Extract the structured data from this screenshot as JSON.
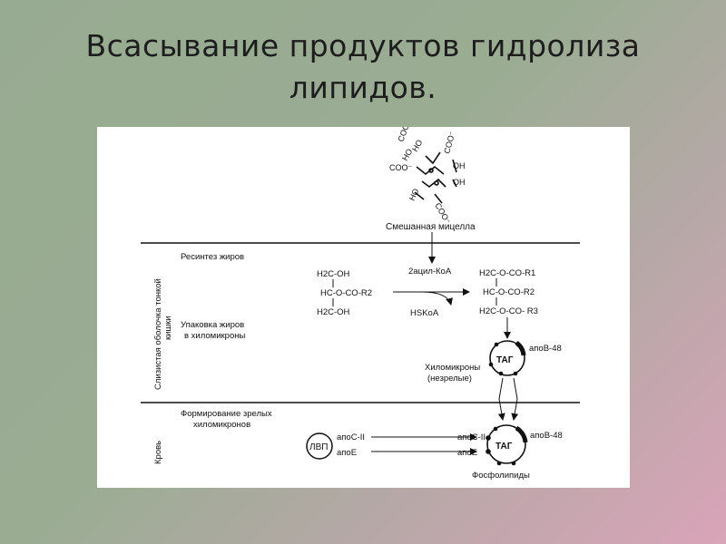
{
  "slide": {
    "title_line1": "Всасывание продуктов гидролиза",
    "title_line2": "липидов."
  },
  "diagram": {
    "micelle": {
      "label": "Смешанная мицелла",
      "groups": [
        "COO⁻",
        "HO",
        "HO",
        "COO⁻",
        "OH",
        "OH",
        "HO",
        "COO⁻",
        "COO⁻"
      ]
    },
    "side_labels": {
      "mucosa_line1": "Слизистая оболочка тонкой",
      "mucosa_line2": "кишки",
      "blood": "Кровь"
    },
    "steps": {
      "resynthesis": "Ресинтез жиров",
      "packaging_line1": "Упаковка жиров",
      "packaging_line2": "в хиломикроны",
      "maturation_line1": "Формирование зрелых",
      "maturation_line2": "хиломикронов"
    },
    "reaction": {
      "substrate": [
        "H2C-OH",
        "HC-O-CO-R2",
        "H2C-OH"
      ],
      "cofactor_in": "2ацил-КоА",
      "cofactor_out": "HSKoA",
      "product": [
        "H2C-O-CO-R1",
        "HC-O-CO-R2",
        "H2C-O-CO- R3"
      ]
    },
    "immature": {
      "core": "ТАГ",
      "apo": "апоВ-48",
      "label_line1": "Хиломикроны",
      "label_line2": "(незрелые)"
    },
    "mature": {
      "hdl": "ЛВП",
      "apo_c": "апоС-II",
      "apo_e": "апоЕ",
      "core": "ТАГ",
      "apo_b": "апоВ-48",
      "apo_c_on_particle": "апоС-II",
      "apo_e_on_particle": "апоЕ",
      "phospholipids": "Фосфолипиды"
    }
  }
}
